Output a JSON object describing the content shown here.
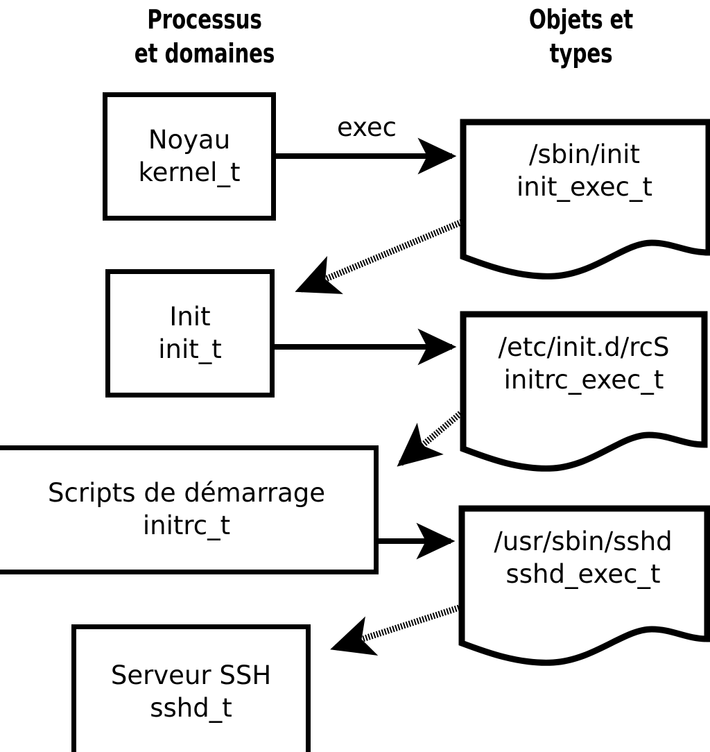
{
  "diagram": {
    "title_semantics": "SELinux exec transition chain",
    "background_color": "#ffffff",
    "stroke_color": "#000000",
    "columns": {
      "left": {
        "heading": "Processus\net domaines"
      },
      "right": {
        "heading": "Objets et\ntypes"
      }
    },
    "process_boxes": [
      {
        "id": "kernel",
        "name": "Noyau",
        "type": "kernel_t",
        "label": "Noyau\nkernel_t"
      },
      {
        "id": "init",
        "name": "Init",
        "type": "init_t",
        "label": "Init\ninit_t"
      },
      {
        "id": "initrc",
        "name": "Scripts de démarrage",
        "type": "initrc_t",
        "label": "Scripts de démarrage\ninitrc_t"
      },
      {
        "id": "sshd",
        "name": "Serveur SSH",
        "type": "sshd_t",
        "label": "Serveur SSH\nsshd_t"
      }
    ],
    "object_docs": [
      {
        "id": "init_exec",
        "path": "/sbin/init",
        "type": "init_exec_t",
        "label": "/sbin/init\ninit_exec_t"
      },
      {
        "id": "initrc_exec",
        "path": "/etc/init.d/rcS",
        "type": "initrc_exec_t",
        "label": "/etc/init.d/rcS\ninitrc_exec_t"
      },
      {
        "id": "sshd_exec",
        "path": "/usr/sbin/sshd",
        "type": "sshd_exec_t",
        "label": "/usr/sbin/sshd\nsshd_exec_t"
      }
    ],
    "edges": [
      {
        "id": "e1",
        "from": "kernel",
        "to": "init_exec",
        "style": "solid",
        "label": "exec"
      },
      {
        "id": "e2",
        "from": "init_exec",
        "to": "init",
        "style": "dotted",
        "label": ""
      },
      {
        "id": "e3",
        "from": "init",
        "to": "initrc_exec",
        "style": "solid",
        "label": ""
      },
      {
        "id": "e4",
        "from": "initrc_exec",
        "to": "initrc",
        "style": "dotted",
        "label": ""
      },
      {
        "id": "e5",
        "from": "initrc",
        "to": "sshd_exec",
        "style": "solid",
        "label": ""
      },
      {
        "id": "e6",
        "from": "sshd_exec",
        "to": "sshd",
        "style": "dotted",
        "label": ""
      }
    ]
  }
}
